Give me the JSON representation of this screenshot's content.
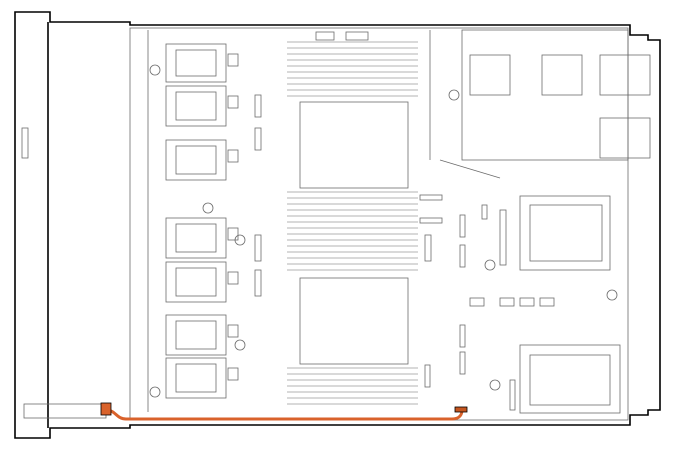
{
  "colors": {
    "outline": "#000000",
    "component_lines": "#6b6b6b",
    "cable": "#d9622b",
    "connector": "#c4551f"
  },
  "components": {
    "fans": 7,
    "processors": 2,
    "highlighted": "cable-routing"
  }
}
